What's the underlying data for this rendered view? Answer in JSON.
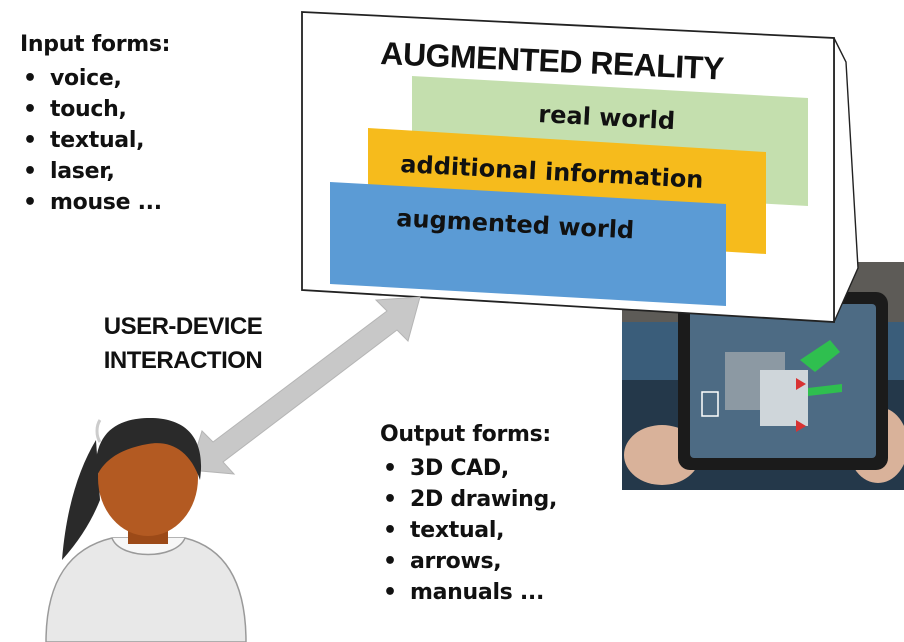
{
  "input_forms": {
    "title": "Input forms:",
    "items": [
      "voice,",
      "touch,",
      "textual,",
      "laser,",
      "mouse ..."
    ]
  },
  "interaction": {
    "line1": "USER-DEVICE",
    "line2": "INTERACTION"
  },
  "ar_screen": {
    "title": "AUGMENTED REALITY",
    "layers": [
      {
        "label": "real world",
        "color": "#c4dfae"
      },
      {
        "label": "additional information",
        "color": "#f6bb1c"
      },
      {
        "label": "augmented world",
        "color": "#5b9bd5"
      }
    ]
  },
  "output_forms": {
    "title": "Output forms:",
    "items": [
      "3D CAD,",
      "2D drawing,",
      "textual,",
      "arrows,",
      "manuals ..."
    ]
  },
  "colors": {
    "arrow": "#c8c8c8",
    "skin": "#b35a22",
    "hair": "#2a2a2a",
    "shirt": "#e8e8e8"
  }
}
